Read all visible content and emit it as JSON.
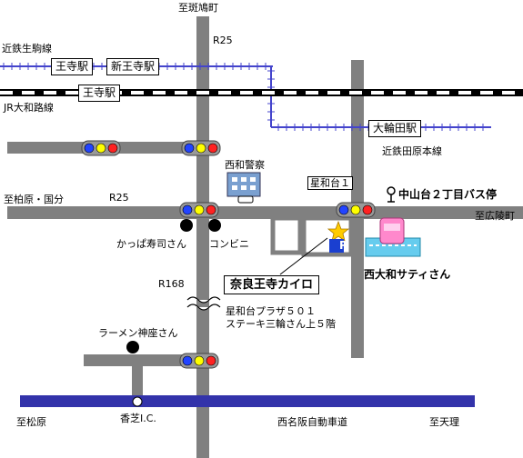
{
  "directions": {
    "north": "至斑鳩町",
    "west_main": "至柏原・国分",
    "east_main": "至広陵町",
    "west_bottom": "至松原",
    "east_bottom": "至天理"
  },
  "roads": {
    "r25_top": "R25",
    "r25_mid": "R25",
    "r168": "R168",
    "expressway": "西名阪自動車道"
  },
  "railways": {
    "kintetsu_ikoma": "近鉄生駒線",
    "jr_yamatoji": "JR大和路線",
    "kintetsu_tawaramoto": "近鉄田原本線"
  },
  "stations": {
    "oji_kintetsu": "王寺駅",
    "shin_oji": "新王寺駅",
    "oji_jr": "王寺駅",
    "owada": "大輪田駅"
  },
  "landmarks": {
    "police": "西和警察",
    "seiwadai1": "星和台１",
    "bus_stop": "中山台２丁目バス停",
    "kappa_sushi": "かっぱ寿司さん",
    "convenience": "コンビニ",
    "satie": "西大和サティさん",
    "ramen": "ラーメン神座さん",
    "ic": "香芝I.C."
  },
  "clinic": {
    "name": "奈良王寺カイロ",
    "address_line1": "星和台プラザ５０１",
    "address_line2": "ステーキ三輪さん上５階"
  },
  "parking_label": "P",
  "colors": {
    "road": "#808080",
    "expressway": "#3333aa",
    "kintetsu": "#4444cc",
    "signal_blue": "#2244ff",
    "signal_yellow": "#ffff00",
    "signal_red": "#ff2222",
    "star": "#ffcc00",
    "parking": "#1a3fd0",
    "satie_pink": "#ff88cc",
    "satie_cyan": "#66ccee"
  }
}
